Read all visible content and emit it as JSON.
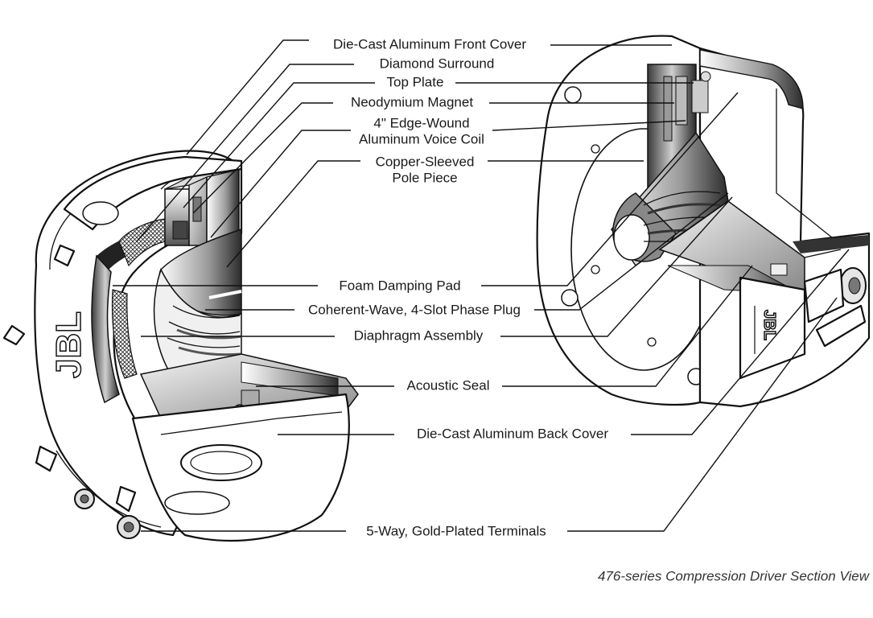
{
  "labels": [
    "Die-Cast Aluminum Front Cover",
    "Diamond Surround",
    "Top Plate",
    "Neodymium Magnet",
    "4\" Edge-Wound",
    "Aluminum Voice Coil",
    "Copper-Sleeved",
    "Pole Piece",
    "Foam Damping Pad",
    "Coherent-Wave, 4-Slot Phase Plug",
    "Diaphragm Assembly",
    "Acoustic Seal",
    "Die-Cast Aluminum Back Cover",
    "5-Way, Gold-Plated Terminals"
  ],
  "caption": "476-series Compression Driver Section View",
  "brand_left": "JBL",
  "brand_right": "JBL",
  "icons": [
    "jbl-logo-left",
    "jbl-logo-right",
    "terminal-icon"
  ]
}
